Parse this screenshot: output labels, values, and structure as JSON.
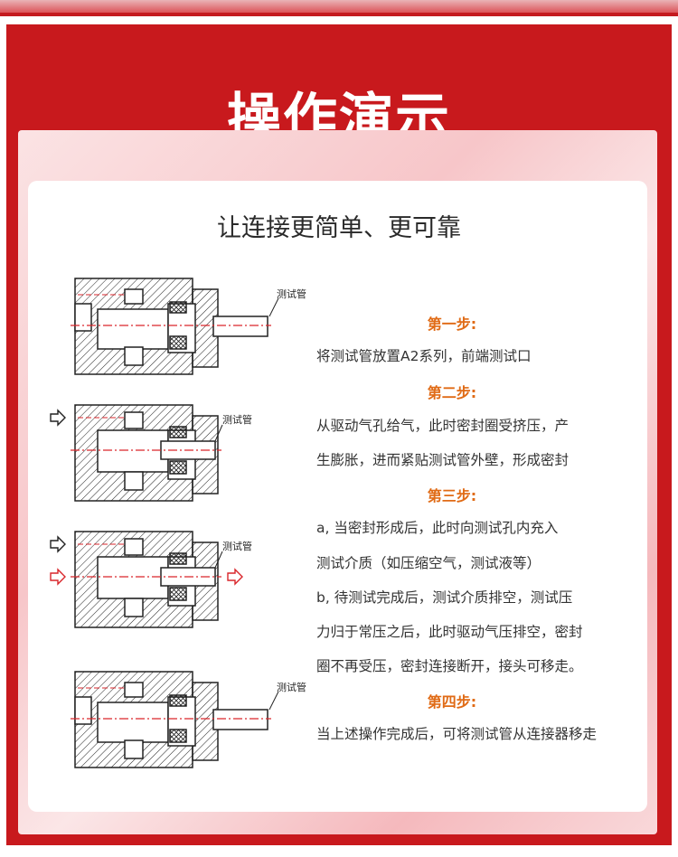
{
  "header": {
    "title": "操作演示"
  },
  "card": {
    "subtitle": "让连接更简单、更可靠"
  },
  "diagram": {
    "tube_label": "测试管"
  },
  "steps": [
    {
      "title": "第一步:",
      "lines": [
        "将测试管放置A2系列，前端测试口"
      ]
    },
    {
      "title": "第二步:",
      "lines": [
        "从驱动气孔给气，此时密封圈受挤压，产",
        "生膨胀，进而紧贴测试管外壁，形成密封"
      ]
    },
    {
      "title": "第三步:",
      "lines": [
        "a, 当密封形成后，此时向测试孔内充入",
        "测试介质（如压缩空气，测试液等）",
        "b, 待测试完成后，测试介质排空，测试压",
        "力归于常压之后，此时驱动气压排空，密封",
        "圈不再受压，密封连接断开，接头可移走。"
      ]
    },
    {
      "title": "第四步:",
      "lines": [
        "当上述操作完成后，可将测试管从连接器移走"
      ]
    }
  ],
  "colors": {
    "accent": "#c8191d",
    "step_title": "#e06b16",
    "centerline": "#d9262b"
  }
}
